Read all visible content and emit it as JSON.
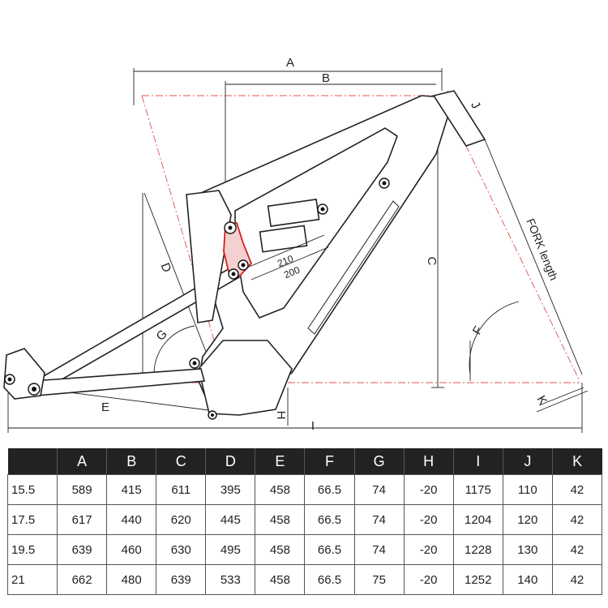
{
  "drawing": {
    "dimension_letters": [
      "A",
      "B",
      "C",
      "D",
      "E",
      "F",
      "G",
      "H",
      "I",
      "J",
      "K"
    ],
    "fork_label": "FORK length",
    "shock_labels": [
      "210",
      "200"
    ]
  },
  "table": {
    "columns": [
      "",
      "A",
      "B",
      "C",
      "D",
      "E",
      "F",
      "G",
      "H",
      "I",
      "J",
      "K"
    ],
    "rows": [
      [
        "15.5",
        "589",
        "415",
        "611",
        "395",
        "458",
        "66.5",
        "74",
        "-20",
        "1175",
        "110",
        "42"
      ],
      [
        "17.5",
        "617",
        "440",
        "620",
        "445",
        "458",
        "66.5",
        "74",
        "-20",
        "1204",
        "120",
        "42"
      ],
      [
        "19.5",
        "639",
        "460",
        "630",
        "495",
        "458",
        "66.5",
        "74",
        "-20",
        "1228",
        "130",
        "42"
      ],
      [
        "21",
        "662",
        "480",
        "639",
        "533",
        "458",
        "66.5",
        "75",
        "-20",
        "1252",
        "140",
        "42"
      ]
    ]
  },
  "colors": {
    "header_bg": "#222222",
    "accent_red": "#d42020",
    "dash_red": "#e05050"
  }
}
